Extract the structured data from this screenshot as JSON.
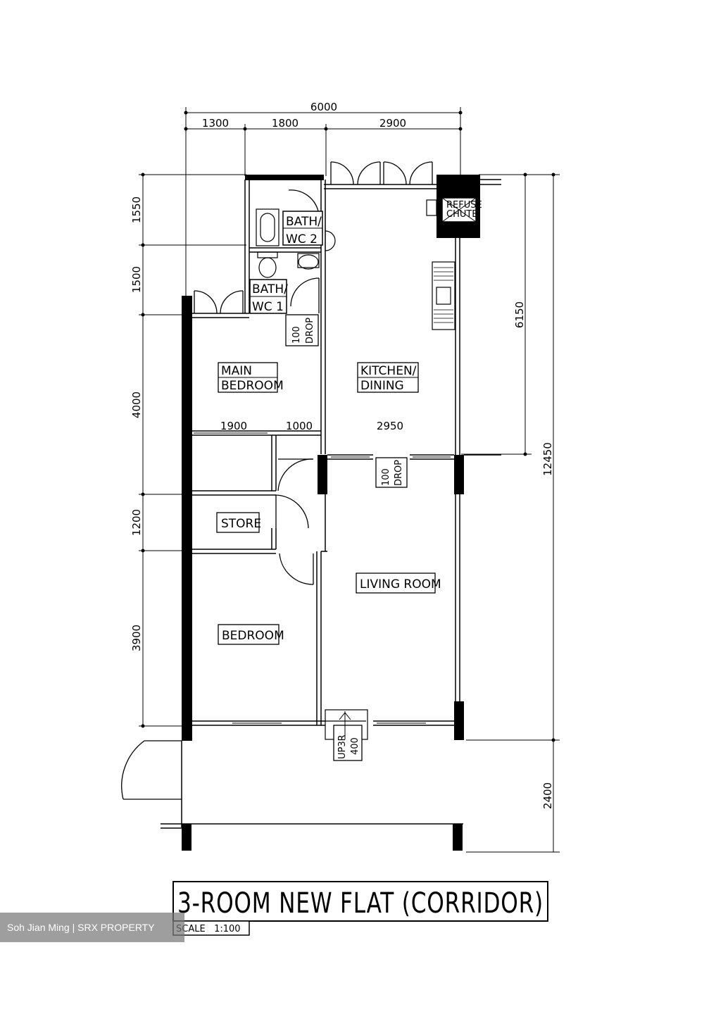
{
  "dimensions": {
    "overall_width": "6000",
    "top_segments": [
      "1300",
      "1800",
      "2900"
    ],
    "left_segments": [
      "1550",
      "1500",
      "4000",
      "1200",
      "3900"
    ],
    "right_kitchen": "6150",
    "right_total": "12450",
    "right_corridor": "2400",
    "mid_segments": [
      "1900",
      "1000",
      "2950"
    ]
  },
  "rooms": {
    "bath_wc2": [
      "BATH/",
      "WC 2"
    ],
    "bath_wc1": [
      "BATH/",
      "WC 1"
    ],
    "refuse_chute": [
      "REFUSE",
      "CHUTE"
    ],
    "main_bedroom": [
      "MAIN",
      "BEDROOM"
    ],
    "kitchen_dining": [
      "KITCHEN/",
      "DINING"
    ],
    "store": "STORE",
    "living_room": "LIVING ROOM",
    "bedroom": "BEDROOM"
  },
  "notes": {
    "drop_1": [
      "100",
      "DROP"
    ],
    "drop_2": [
      "100",
      "DROP"
    ],
    "step": [
      "UP3R",
      "400"
    ]
  },
  "title": "3-ROOM NEW FLAT (CORRIDOR)",
  "scale": "SCALE   1:100",
  "credit": "Soh Jian Ming | SRX PROPERTY"
}
